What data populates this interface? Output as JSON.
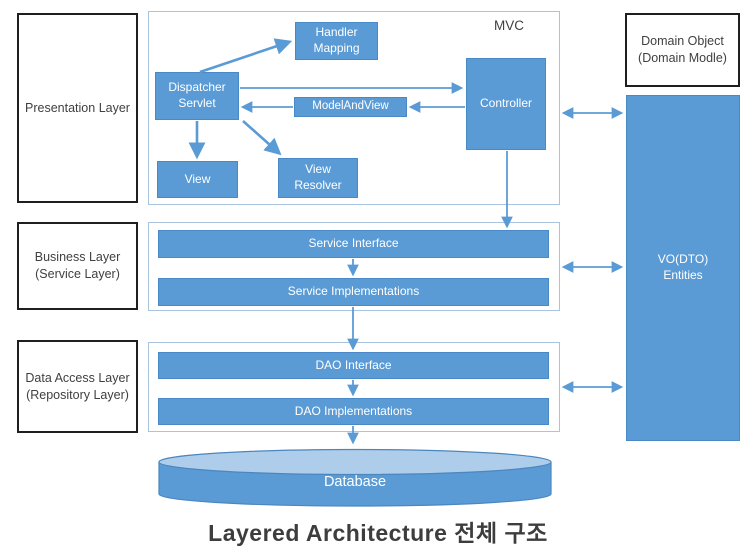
{
  "colors": {
    "node_fill": "#5B9BD5",
    "node_border": "#4A89C7",
    "container_border": "#A9C4DE",
    "black_border": "#1F1F1F",
    "arrow": "#5B9BD5",
    "cylinder_top": "#AECDEB",
    "cylinder_outline": "#4B86BF",
    "text_dark": "#404040",
    "text_light": "#FFFFFF",
    "caption_color": "#3D3D3D"
  },
  "labels": {
    "mvc": "MVC",
    "caption": "Layered Architecture 전체 구조"
  },
  "left_panels": [
    {
      "label": "Presentation Layer"
    },
    {
      "label": "Business Layer\n(Service Layer)"
    },
    {
      "label": "Data Access Layer\n(Repository Layer)"
    }
  ],
  "nodes": {
    "handler_mapping": "Handler\nMapping",
    "dispatcher_servlet": "Dispatcher\nServlet",
    "model_and_view": "ModelAndView",
    "controller": "Controller",
    "view": "View",
    "view_resolver": "View\nResolver",
    "service_interface": "Service Interface",
    "service_implementations": "Service Implementations",
    "dao_interface": "DAO Interface",
    "dao_implementations": "DAO Implementations",
    "database": "Database",
    "domain_object": "Domain Object\n(Domain Modle)",
    "vo_dto_entities": "VO(DTO)\nEntities"
  }
}
